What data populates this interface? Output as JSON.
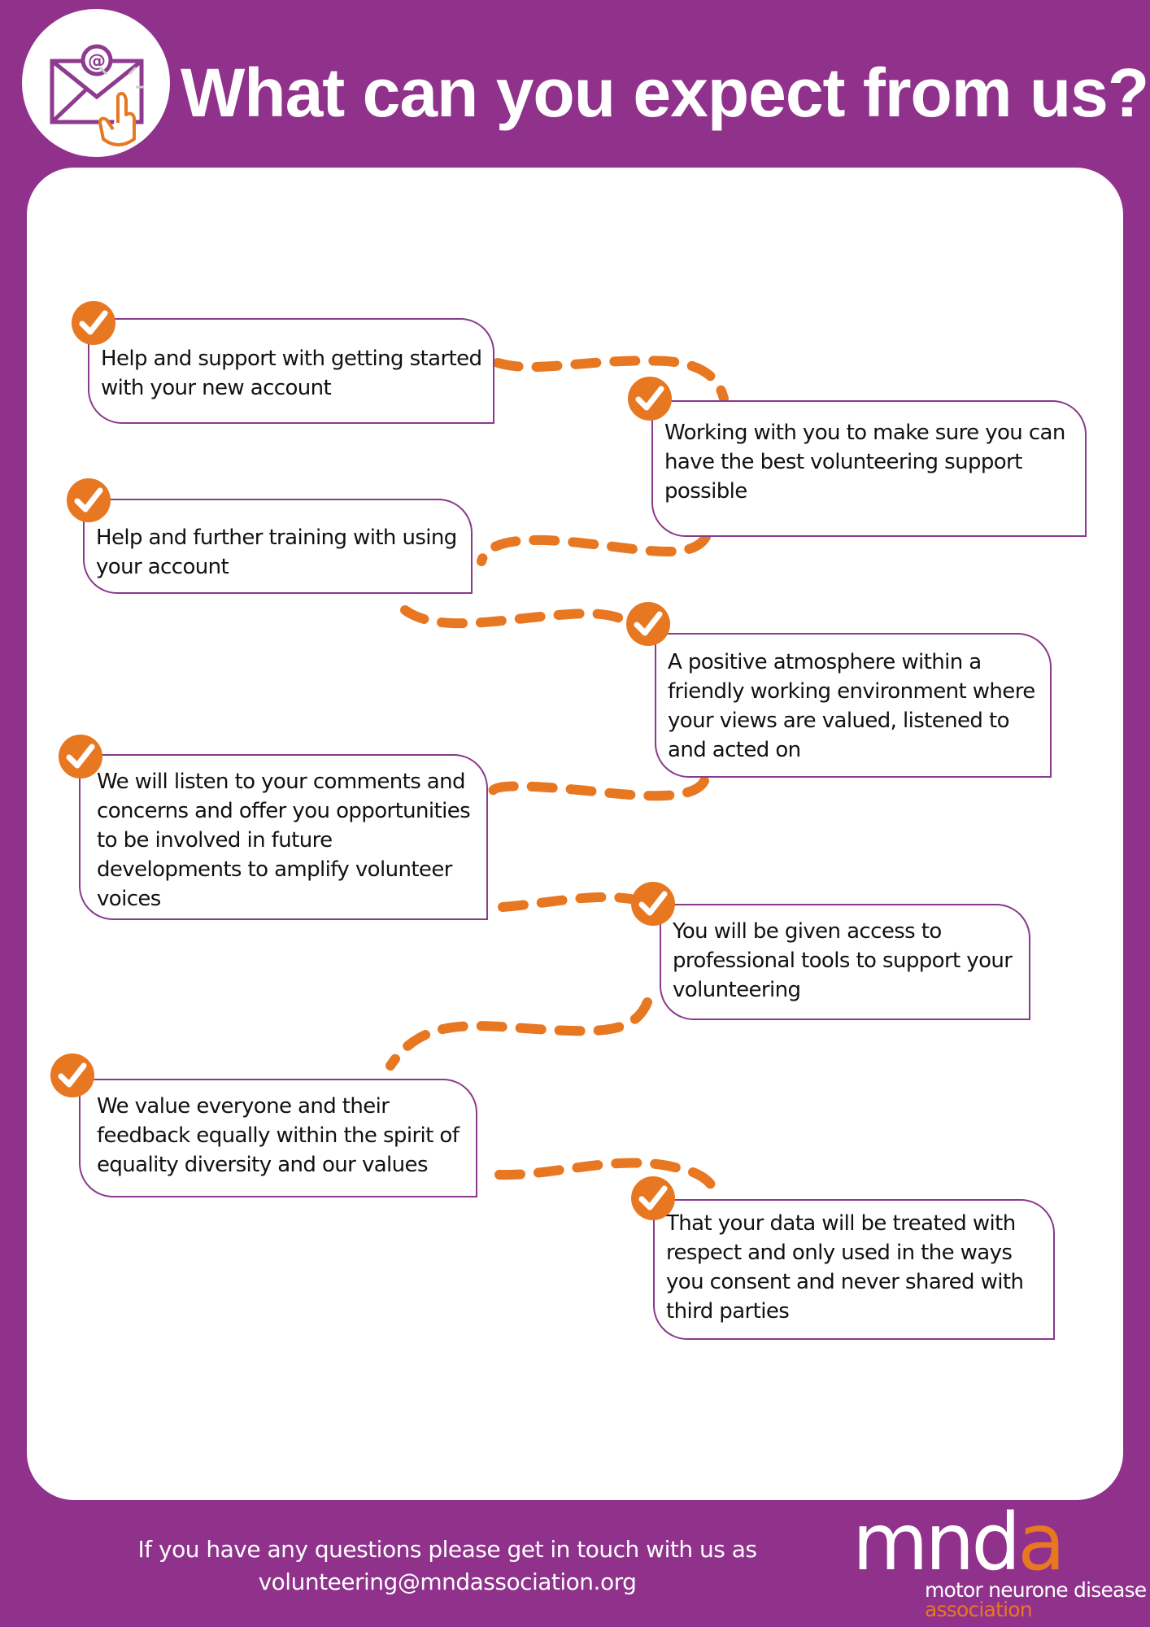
{
  "header": {
    "title": "What can you expect from us?",
    "icon": "email-click-icon"
  },
  "items": [
    {
      "text": "Help and support with getting started with your new account"
    },
    {
      "text": "Working with you to make sure you can have the best volunteering support possible"
    },
    {
      "text": "Help and further training with using your account"
    },
    {
      "text": "A positive atmosphere within a friendly working environment where your views are valued, listened to and acted on"
    },
    {
      "text": "We will listen to your comments and concerns and offer you opportunities to be involved in future developments to amplify volunteer voices"
    },
    {
      "text": "You will be given access to professional tools to support your volunteering"
    },
    {
      "text": "We value everyone and their feedback equally within the spirit of equality diversity and our values"
    },
    {
      "text": "That your data will be treated with respect and only used in the ways you consent and never shared with third parties"
    }
  ],
  "footer": {
    "line1": "If you have any questions please get in touch with us as",
    "line2": "volunteering@mndassociation.org",
    "logo_mnd": "mnd",
    "logo_a": "a",
    "logo_line1": "motor neurone disease",
    "logo_line2": "association"
  },
  "colors": {
    "brand_purple": "#90318c",
    "accent_orange": "#e87722",
    "box_border": "#8a3a8c"
  }
}
